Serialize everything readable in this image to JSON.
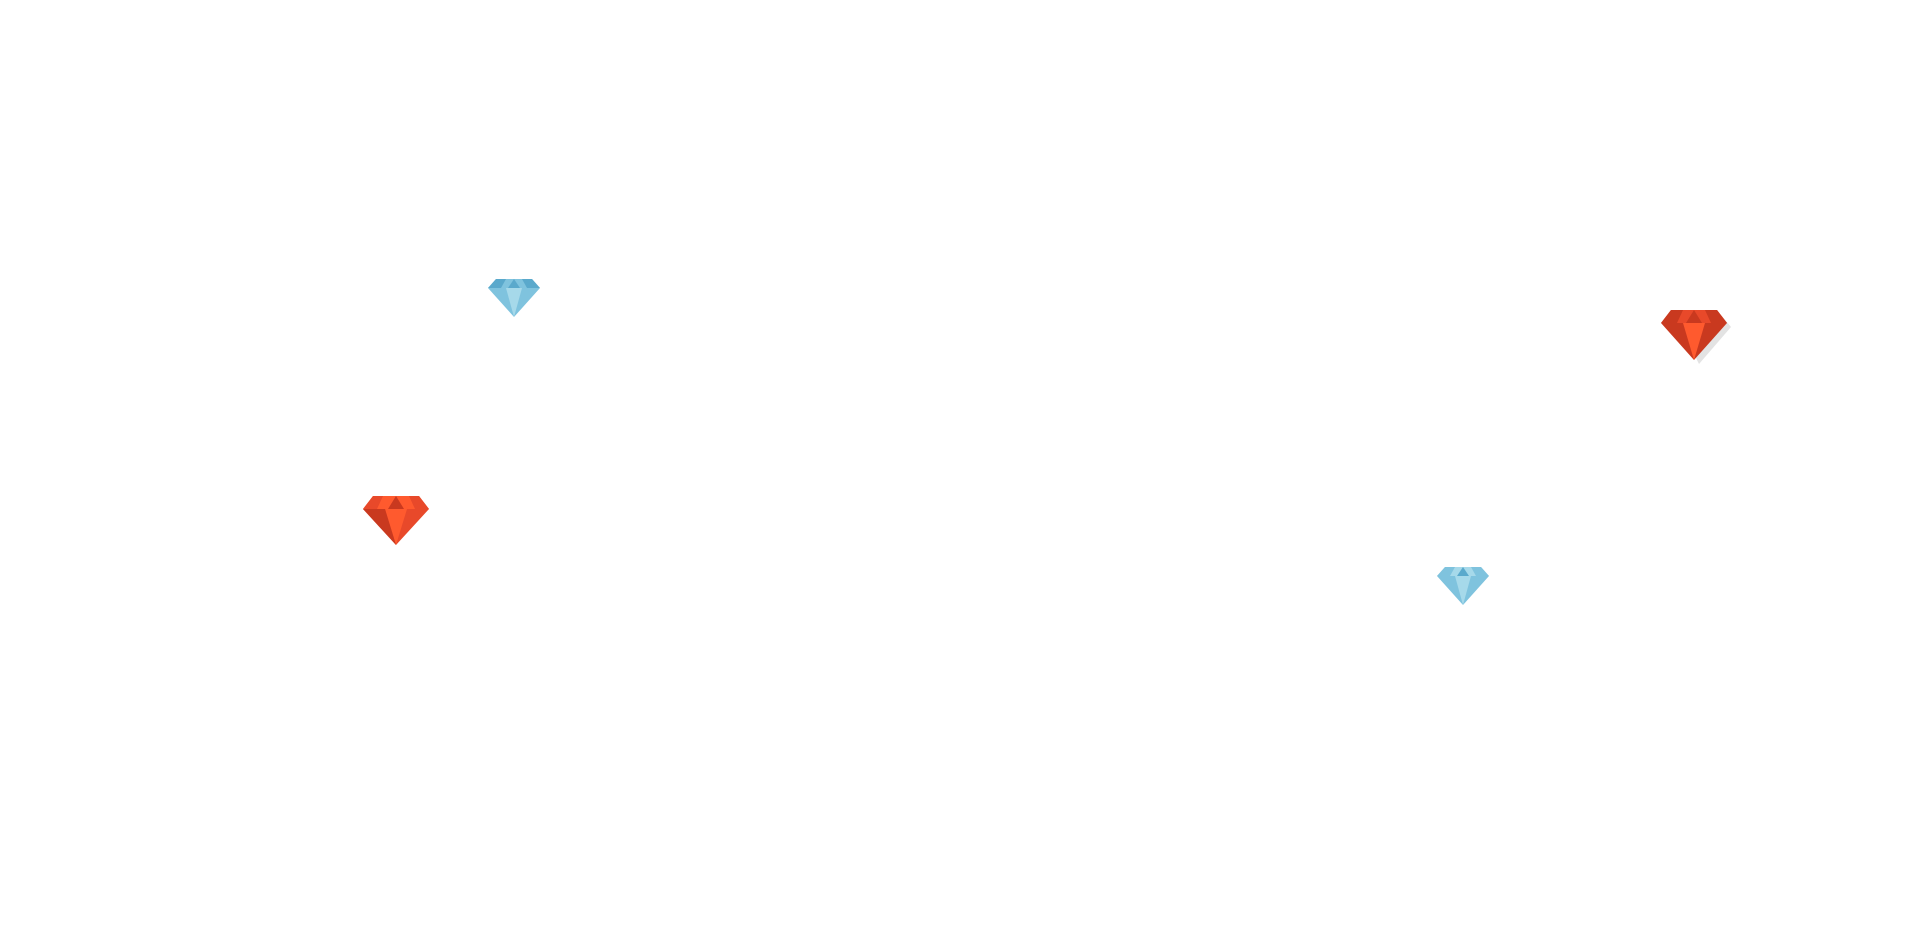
{
  "gems": [
    {
      "icon": "diamond-icon",
      "kind": "blue",
      "shadow": false
    },
    {
      "icon": "ruby-icon",
      "kind": "red",
      "shadow": true
    },
    {
      "icon": "ruby-icon",
      "kind": "red",
      "shadow": false
    },
    {
      "icon": "diamond-icon",
      "kind": "blue",
      "shadow": false
    }
  ],
  "colors": {
    "background": "#ffffff",
    "blue_light": "#a6d9ea",
    "blue_mid": "#7fc3de",
    "blue_dark": "#5aa9cc",
    "red_light": "#ff5a2e",
    "red_mid": "#e8492a",
    "red_dark": "#c9391f",
    "shadow": "#e3e3e3"
  }
}
